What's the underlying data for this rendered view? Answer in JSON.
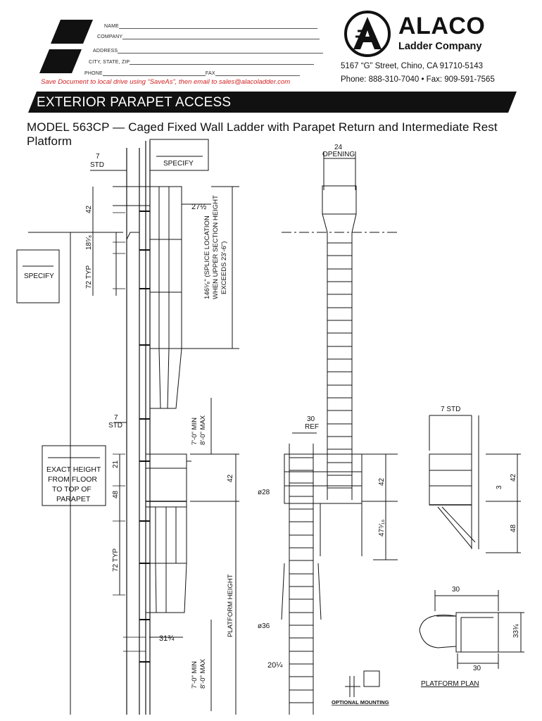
{
  "form": {
    "name_label": "NAME",
    "company_label": "COMPANY",
    "address_label": "ADDRESS",
    "city_label": "CITY, STATE, ZIP",
    "phone_label": "PHONE",
    "fax_label": "FAX",
    "save_note": "Save Document to local drive using “SaveAs”, then email to sales@alacoladder.com"
  },
  "company": {
    "logo_letter": "A",
    "name": "ALACO",
    "subtitle": "Ladder Company",
    "address": "5167 “G” Street, Chino, CA 91710-5143",
    "phone_fax": "Phone: 888-310-7040  •  Fax: 909-591-7565"
  },
  "header": {
    "section_title": "EXTERIOR PARAPET ACCESS",
    "model_title": "MODEL 563CP — Caged Fixed Wall Ladder with Parapet Return and Intermediate Rest Platform"
  },
  "drawing": {
    "dim_7_std_top": "7",
    "std": "STD",
    "specify": "SPECIFY",
    "dim_42": "42",
    "dim_27": "27½",
    "dim_18": "18⁵⁄₈",
    "dim_72_typ": "72 TYP",
    "splice_1": "146⁵⁄₈\" (SPLICE LOCATION",
    "splice_2": "WHEN UPPER SECTION HEIGHT",
    "splice_3": "EXCEEDS 23'-6\")",
    "dim_24": "24",
    "opening": "OPENING",
    "dim_min_max_1": "7'-0\" MIN",
    "dim_min_max_2": "8'-0\" MAX",
    "dim_7_std_mid": "7",
    "dim_30_ref": "30",
    "ref": "REF",
    "dim_21": "21",
    "dim_48": "48",
    "dia_28": "ø28",
    "dim_47": "47⁵⁄₁₆",
    "exact_height_1": "EXACT HEIGHT",
    "exact_height_2": "FROM FLOOR",
    "exact_height_3": "TO TOP OF",
    "exact_height_4": "PARAPET",
    "platform_height": "PLATFORM HEIGHT",
    "dia_36": "ø36",
    "dim_31": "31¾",
    "dim_20": "20¼",
    "dim_3": "3",
    "dim_30_plan": "30",
    "dim_33": "33¾",
    "platform_plan": "PLATFORM PLAN",
    "optional_mounting": "OPTIONAL MOUNTING",
    "dim_7_std_right": "7 STD"
  }
}
